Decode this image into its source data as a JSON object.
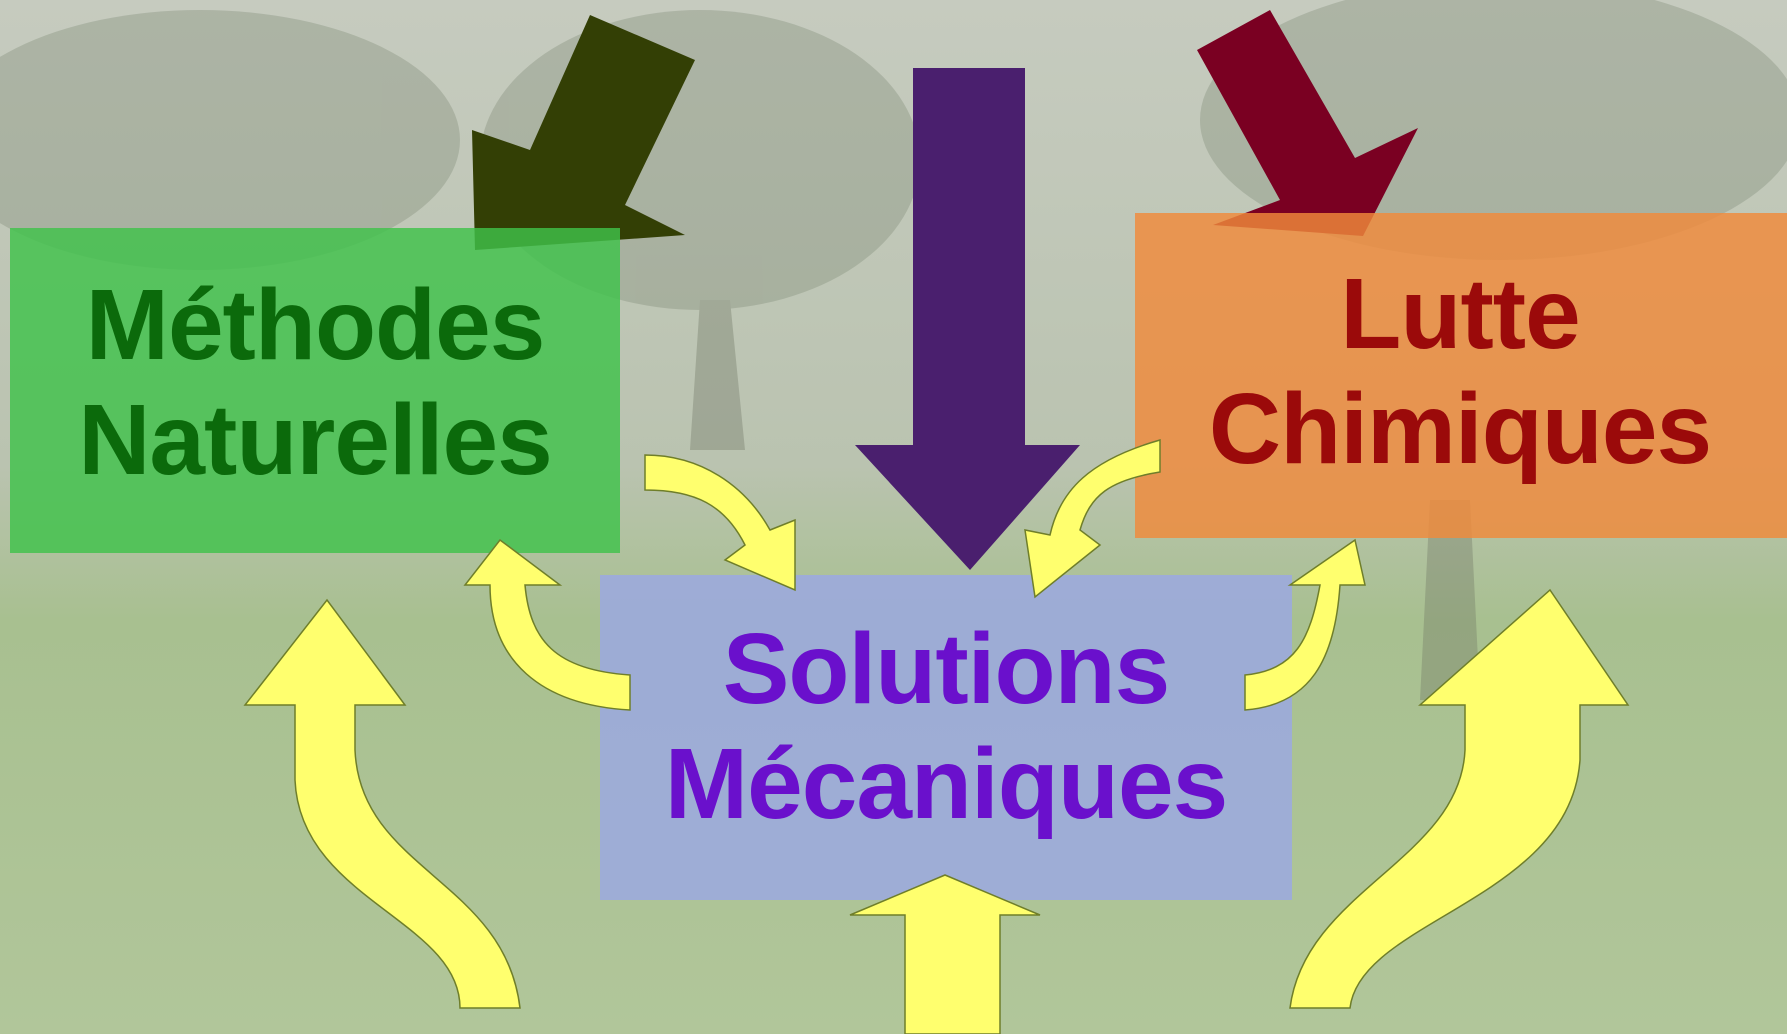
{
  "boxes": {
    "naturelles": {
      "line1": "Méthodes",
      "line2": "Naturelles",
      "fill": "#3fc24a",
      "text_color": "#0b6a0b"
    },
    "chimiques": {
      "line1": "Lutte",
      "line2": "Chimiques",
      "fill": "#f08a3a",
      "text_color": "#9b0a0a"
    },
    "mecaniques": {
      "line1": "Solutions",
      "line2": "Mécaniques",
      "fill": "#9aa6e8",
      "text_color": "#6a10cc"
    }
  },
  "arrows": {
    "dark_green": "#333f05",
    "dark_red": "#7a0022",
    "purple": "#4a1f6e",
    "yellow": "#ffff6e"
  },
  "background": {
    "sky": "#c8ccc0",
    "grass": "#a9c28a",
    "tree": "#8f9785"
  }
}
